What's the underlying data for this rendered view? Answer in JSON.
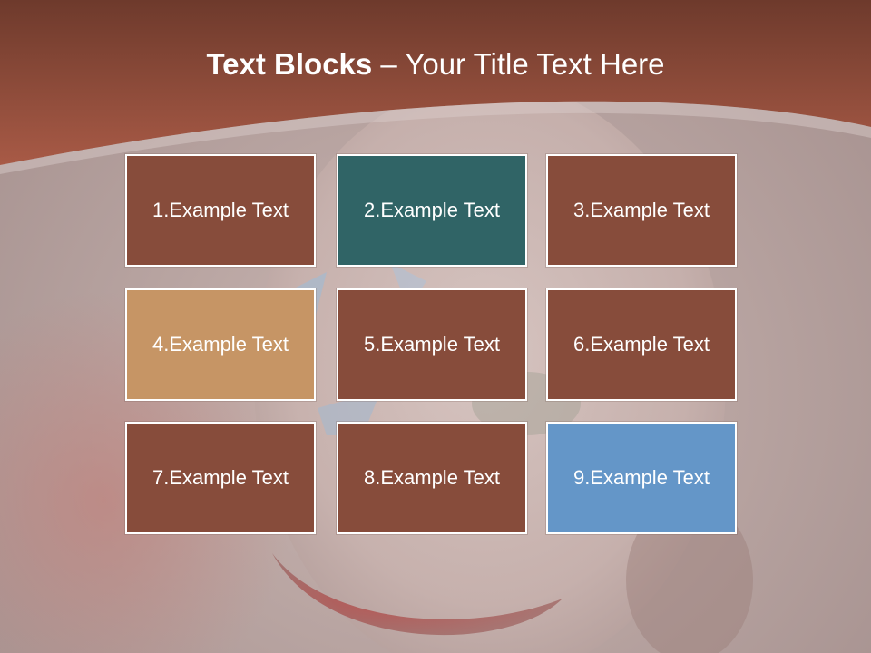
{
  "slide": {
    "title_bold": "Text Blocks",
    "title_rest": " – Your Title Text Here"
  },
  "blocks": [
    {
      "label": "1.Example Text",
      "color": "#874c3b"
    },
    {
      "label": "2.Example Text",
      "color": "#306466"
    },
    {
      "label": "3.Example Text",
      "color": "#874c3b"
    },
    {
      "label": "4.Example Text",
      "color": "#c69565"
    },
    {
      "label": "5.Example Text",
      "color": "#874c3b"
    },
    {
      "label": "6.Example Text",
      "color": "#874c3b"
    },
    {
      "label": "7.Example Text",
      "color": "#874c3b"
    },
    {
      "label": "8.Example Text",
      "color": "#874c3b"
    },
    {
      "label": "9.Example Text",
      "color": "#6496c8"
    }
  ],
  "colors": {
    "header_dark": "#6e3a2c",
    "header_light": "#a85a46",
    "background": "#b9a5a2"
  }
}
